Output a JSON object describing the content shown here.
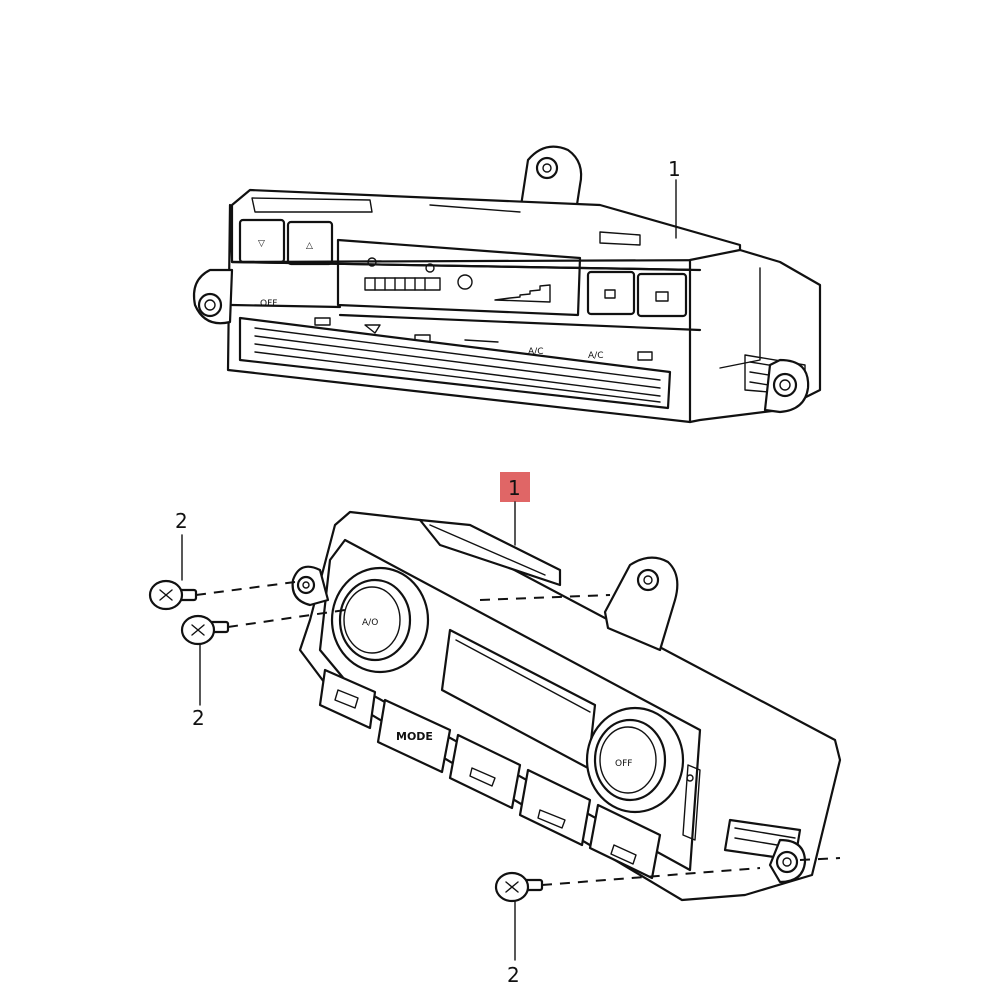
{
  "callouts": {
    "top_panel": "1",
    "bottom_panel": "1",
    "screw_upper_left": "2",
    "screw_lower_left": "2",
    "screw_bottom": "2"
  },
  "top_panel_labels": {
    "off": "OFF",
    "ac": "A/C",
    "max_ac": "A/C"
  },
  "bottom_panel_labels": {
    "knob_left": "A/O",
    "mode_button": "MODE",
    "knob_right": "OFF"
  },
  "colors": {
    "line": "#111111",
    "highlight": "#e06666",
    "background": "#ffffff"
  }
}
